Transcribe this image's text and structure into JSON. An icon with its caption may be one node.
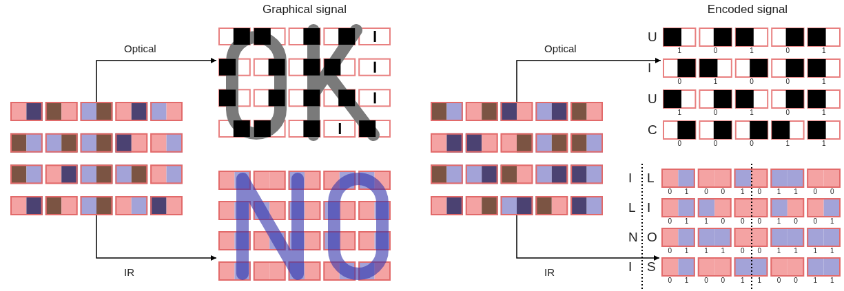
{
  "diagram": {
    "nodes": [
      {
        "text": [],
        "shape": "picture"
      },
      {
        "text": [],
        "shape": "picture"
      },
      {
        "text": [],
        "shape": "picture"
      },
      {
        "text": [],
        "shape": "picture"
      },
      {
        "text": [],
        "shape": "picture"
      },
      {
        "text": [],
        "shape": "picture"
      }
    ],
    "edges": [
      {
        "from": 0,
        "to": 1,
        "arrow": "to",
        "label": "Optical"
      },
      {
        "from": 0,
        "to": 2,
        "arrow": "to",
        "label": "IR"
      },
      {
        "from": 3,
        "to": 4,
        "arrow": "to",
        "label": "Optical"
      },
      {
        "from": 3,
        "to": 5,
        "arrow": "to",
        "label": "IR"
      }
    ],
    "labels": [
      "Graphical signal",
      "Encoded signal",
      "U",
      "1",
      "0",
      "1",
      "0",
      "1",
      "I",
      "0",
      "1",
      "0",
      "0",
      "1",
      "U",
      "1",
      "0",
      "1",
      "0",
      "1",
      "C",
      "0",
      "0",
      "0",
      "1",
      "1",
      "I",
      "L",
      "0",
      "1",
      "0",
      "0",
      "1",
      "0",
      "1",
      "1",
      "0",
      "0",
      "L",
      "I",
      "0",
      "1",
      "1",
      "0",
      "0",
      "0",
      "1",
      "0",
      "0",
      "1",
      "N",
      "O",
      "0",
      "1",
      "1",
      "1",
      "0",
      "0",
      "1",
      "1",
      "1",
      "1",
      "I",
      "S",
      "0",
      "1",
      "0",
      "0",
      "1",
      "1",
      "0",
      "0",
      "1",
      "1"
    ]
  }
}
